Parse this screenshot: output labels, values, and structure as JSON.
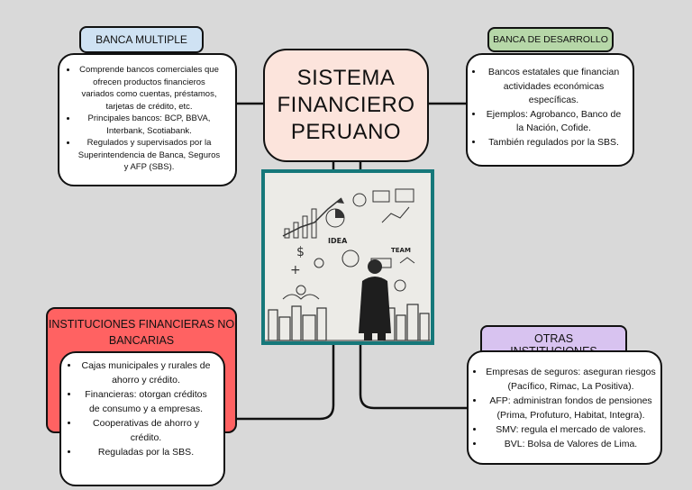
{
  "title": {
    "line1": "SISTEMA",
    "line2": "FINANCIERO",
    "line3": "PERUANO"
  },
  "banca_multiple": {
    "label": "BANCA MULTIPLE",
    "items": [
      "Comprende bancos comerciales que ofrecen productos financieros variados como cuentas, préstamos, tarjetas de crédito, etc.",
      "Principales bancos: BCP, BBVA, Interbank, Scotiabank.",
      "Regulados y supervisados por la Superintendencia de Banca, Seguros y AFP (SBS)."
    ]
  },
  "banca_desarrollo": {
    "label": "BANCA DE DESARROLLO",
    "items": [
      "Bancos estatales que financian actividades económicas específicas.",
      "Ejemplos: Agrobanco, Banco de la Nación, Cofide.",
      "También regulados por la SBS."
    ]
  },
  "no_bancarias": {
    "label_line1": "INSTITUCIONES FINANCIERAS NO",
    "label_line2": "BANCARIAS",
    "items": [
      "Cajas municipales y rurales de ahorro y crédito.",
      "Financieras: otorgan créditos de consumo y a empresas.",
      "Cooperativas de ahorro y crédito.",
      "Reguladas por la SBS."
    ]
  },
  "otras": {
    "label_line1": "OTRAS",
    "label_line2": "INSTITUCIONES",
    "items": [
      "Empresas de seguros: aseguran riesgos (Pacífico, Rimac, La Positiva).",
      "AFP: administran fondos de pensiones (Prima, Profuturo, Habitat, Integra).",
      "SMV: regula el mercado de valores.",
      "BVL: Bolsa de Valores de Lima."
    ]
  },
  "illustration": {
    "idea": "IDEA",
    "team": "TEAM"
  }
}
